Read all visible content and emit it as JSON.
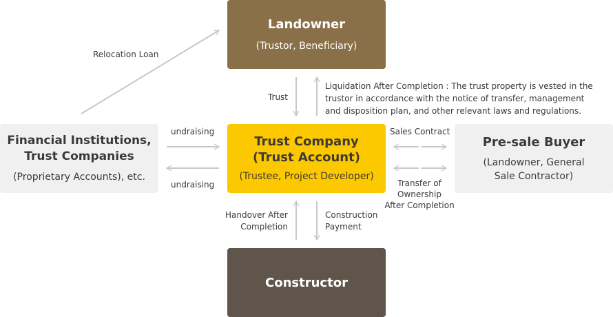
{
  "landowner": {
    "title": "Landowner",
    "sub": "(Trustor, Beneficiary)"
  },
  "trust_company": {
    "title_line1": "Trust Company",
    "title_line2": "(Trust Account)",
    "sub": "(Trustee, Project Developer)"
  },
  "constructor": {
    "title": "Constructor"
  },
  "financial": {
    "title_line1": "Financial Institutions,",
    "title_line2": "Trust Companies",
    "sub": "(Proprietary Accounts), etc."
  },
  "buyer": {
    "title": "Pre-sale Buyer",
    "sub_line1": "(Landowner, General",
    "sub_line2": "Sale Contractor)"
  },
  "labels": {
    "relocation_loan": "Relocation Loan",
    "trust": "Trust",
    "liquidation_line1": "Liquidation After Completion : The trust property is vested in the",
    "liquidation_line2": "trustor in accordance with the notice of transfer, management",
    "liquidation_line3": "and disposition plan, and other relevant laws and regulations.",
    "undraising_top": "undraising",
    "undraising_bottom": "undraising",
    "sales_contract": "Sales Contract",
    "transfer_line1": "Transfer of",
    "transfer_line2": "Ownership",
    "transfer_line3": "After Completion",
    "handover_line1": "Handover After",
    "handover_line2": "Completion",
    "construction_line1": "Construction",
    "construction_line2": "Payment"
  },
  "colors": {
    "landowner": "#8a7049",
    "trust_company": "#fcc800",
    "constructor": "#5f554b",
    "side_box": "#f0f0f0",
    "arrow": "#c8c8c8"
  }
}
